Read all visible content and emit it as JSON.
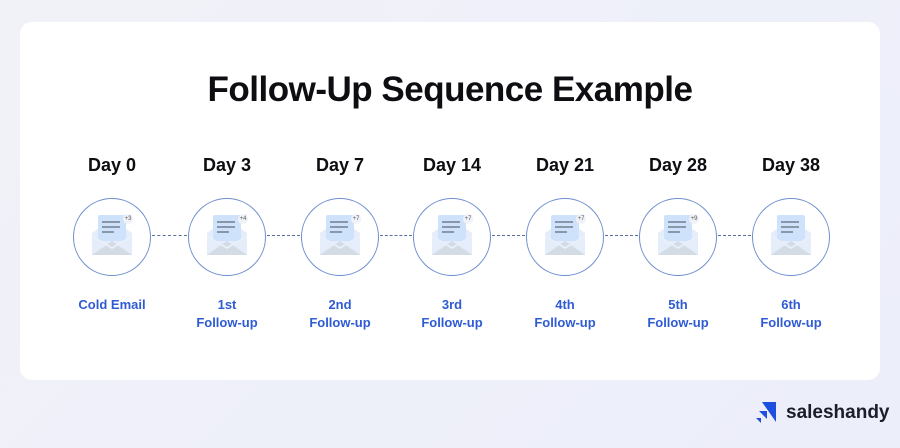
{
  "title": "Follow-Up Sequence Example",
  "steps": [
    {
      "day": "Day 0",
      "label1": "Cold Email",
      "label2": "",
      "badge": "+3"
    },
    {
      "day": "Day 3",
      "label1": "1st",
      "label2": "Follow-up",
      "badge": "+4"
    },
    {
      "day": "Day 7",
      "label1": "2nd",
      "label2": "Follow-up",
      "badge": "+7"
    },
    {
      "day": "Day 14",
      "label1": "3rd",
      "label2": "Follow-up",
      "badge": "+7"
    },
    {
      "day": "Day 21",
      "label1": "4th",
      "label2": "Follow-up",
      "badge": "+7"
    },
    {
      "day": "Day 28",
      "label1": "5th",
      "label2": "Follow-up",
      "badge": "+9"
    },
    {
      "day": "Day 38",
      "label1": "6th",
      "label2": "Follow-up",
      "badge": ""
    }
  ],
  "brand": {
    "name": "saleshandy",
    "color": "#1f4fe0"
  },
  "accent": "#2f5bd3"
}
